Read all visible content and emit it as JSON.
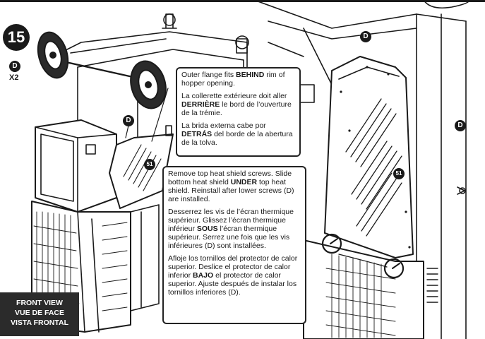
{
  "step": {
    "number": "15"
  },
  "part": {
    "label": "D",
    "quantity": "X2"
  },
  "callout_top": {
    "en": {
      "a": "Outer flange fits ",
      "b": "BEHIND",
      "c": " rim of hopper opening."
    },
    "fr": {
      "a": "La collerette extérieure doit aller ",
      "b": "DERRIÈRE",
      "c": " le bord de l’ouverture de la trémie."
    },
    "es": {
      "a": "La brida externa cabe por ",
      "b": "DETRÁS",
      "c": " del borde de la abertura de la tolva."
    }
  },
  "callout_main": {
    "en": {
      "a": "Remove top heat shield screws. Slide bottom heat shield ",
      "b": "UNDER",
      "c": " top heat shield. Reinstall after lower screws (D) are installed."
    },
    "fr": {
      "a": "Desserrez les vis de l’écran thermique supérieur. Glissez l’écran thermique inférieur ",
      "b": "SOUS",
      "c": " l’écran thermique supérieur. Serrez une fois que les vis inférieures (D) sont installées."
    },
    "es": {
      "a": "Afloje los tornillos del protector de calor superior. Deslice el protector de calor inferior ",
      "b": "BAJO",
      "c": " el protector de calor superior. Ajuste después de instalar los tornillos inferiores (D)."
    }
  },
  "markers": {
    "part_d": "D",
    "part_51": "51"
  },
  "view_label": {
    "en": "FRONT VIEW",
    "fr": "VUE DE FACE",
    "es": "VISTA FRONTAL"
  },
  "colors": {
    "ink": "#1a1a1a",
    "label_bg": "#2b2b2b",
    "paper": "#ffffff"
  }
}
